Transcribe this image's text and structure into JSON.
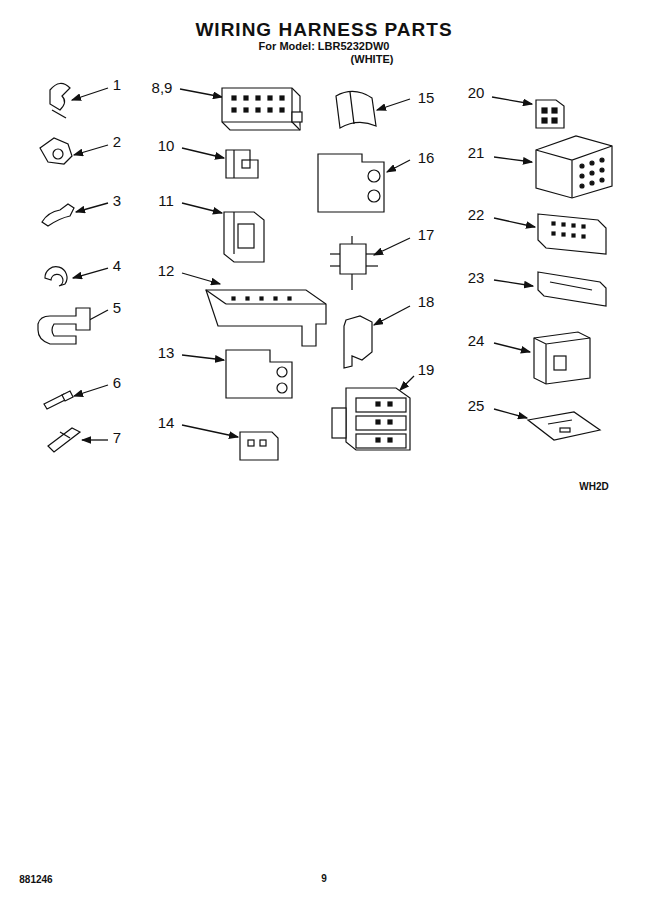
{
  "diagram": {
    "title": "WIRING HARNESS PARTS",
    "labels": [
      "For Model: LBR5232DW0",
      "(WHITE)",
      "1",
      "2",
      "3",
      "4",
      "5",
      "6",
      "7",
      "8,9",
      "10",
      "11",
      "12",
      "13",
      "14",
      "15",
      "16",
      "17",
      "18",
      "19",
      "20",
      "21",
      "22",
      "23",
      "24",
      "25",
      "WH2D",
      "881246",
      "9"
    ]
  }
}
